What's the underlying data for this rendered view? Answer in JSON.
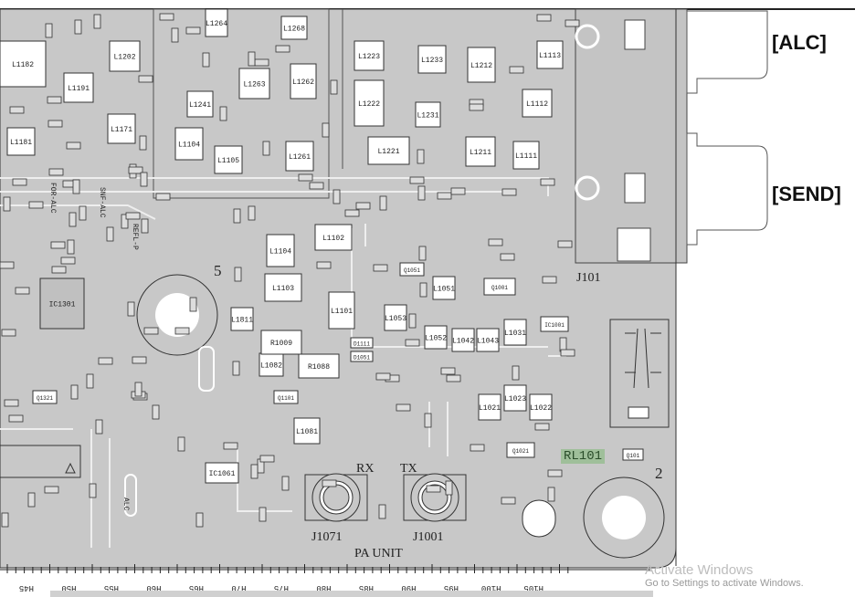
{
  "connectors": {
    "alc": "[ALC]",
    "send": "[SEND]"
  },
  "board": {
    "unit_name": "PA UNIT",
    "j101": "J101",
    "relay": "RL101",
    "jacks": [
      {
        "ref": "J1071",
        "label": "RX"
      },
      {
        "ref": "J1001",
        "label": "TX"
      }
    ],
    "screw_numbers": [
      "5",
      "2"
    ],
    "net_labels": [
      "FOR-ALC",
      "SNF-ALC",
      "REFL-P",
      "ALC"
    ],
    "components": [
      "L1182",
      "L1202",
      "L1191",
      "L1181",
      "L1171",
      "L1104",
      "L1105",
      "L1241",
      "L1264",
      "L1263",
      "L1262",
      "L1268",
      "L1261",
      "L1223",
      "L1222",
      "L1221",
      "L1233",
      "L1231",
      "L1212",
      "L1211",
      "L1112",
      "L1113",
      "L1111",
      "L1104",
      "L1102",
      "L1103",
      "L1101",
      "L1053",
      "L1052",
      "L1051",
      "L1042",
      "L1043",
      "L1031",
      "L1021",
      "L1023",
      "L1022",
      "L1081",
      "L1082",
      "R1009",
      "R1088",
      "L1811",
      "IC1301",
      "IC1061",
      "Q1001",
      "IC1001",
      "Q1021",
      "D1111",
      "D1051",
      "Q1051",
      "Q1321",
      "Q1101",
      "Q101"
    ]
  },
  "ruler": [
    "H45",
    "H50",
    "H55",
    "H60",
    "H65",
    "H70",
    "H75",
    "H80",
    "H85",
    "H90",
    "H95",
    "H100",
    "H105"
  ],
  "watermark": {
    "title": "Activate Windows",
    "subtitle": "Go to Settings to activate Windows."
  }
}
